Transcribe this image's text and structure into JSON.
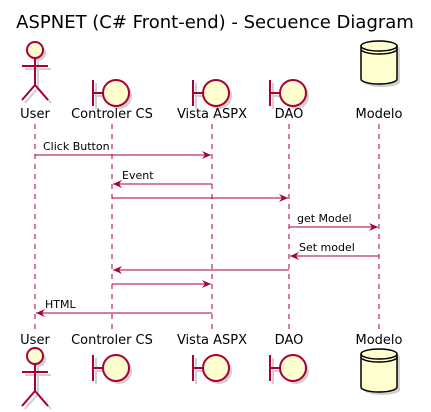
{
  "title": "ASPNET (C# Front-end) - Secuence Diagram",
  "colors": {
    "line": "#A80036",
    "fill": "#FEFECE",
    "shadow": "#d0d0d0",
    "lifeline": "#A80036"
  },
  "participants": [
    {
      "id": "user",
      "label": "User",
      "kind": "actor"
    },
    {
      "id": "controler",
      "label": "Controler CS",
      "kind": "boundary"
    },
    {
      "id": "vista",
      "label": "Vista ASPX",
      "kind": "boundary"
    },
    {
      "id": "dao",
      "label": "DAO",
      "kind": "boundary"
    },
    {
      "id": "modelo",
      "label": "Modelo",
      "kind": "database"
    }
  ],
  "messages": [
    {
      "from": "user",
      "to": "vista",
      "label": "Click Button"
    },
    {
      "from": "vista",
      "to": "controler",
      "label": "Event"
    },
    {
      "from": "controler",
      "to": "dao",
      "label": ""
    },
    {
      "from": "dao",
      "to": "modelo",
      "label": "get Model"
    },
    {
      "from": "modelo",
      "to": "dao",
      "label": "Set model"
    },
    {
      "from": "dao",
      "to": "controler",
      "label": ""
    },
    {
      "from": "controler",
      "to": "vista",
      "label": ""
    },
    {
      "from": "vista",
      "to": "user",
      "label": "HTML"
    }
  ]
}
